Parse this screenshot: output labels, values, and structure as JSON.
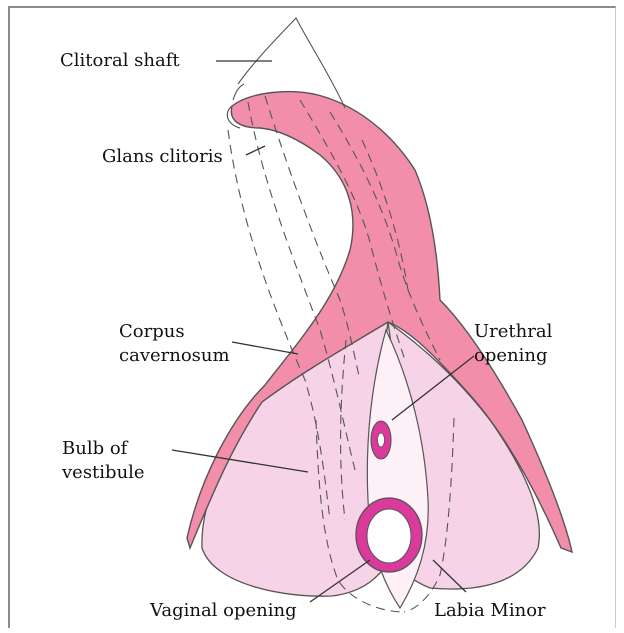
{
  "labels": {
    "clitoral_shaft": "Clitoral shaft",
    "glans_clitoris": "Glans clitoris",
    "corpus_line1": "Corpus",
    "corpus_line2": "cavernosum",
    "urethral_line1": "Urethral",
    "urethral_line2": "opening",
    "bulb_line1": "Bulb of",
    "bulb_line2": "vestibule",
    "vaginal_opening": "Vaginal opening",
    "labia_minor": "Labia Minor"
  },
  "colors": {
    "corpus": "#f28ea9",
    "bulb": "#f6d3e6",
    "opening_ring": "#d93a9c",
    "line": "#444444"
  }
}
